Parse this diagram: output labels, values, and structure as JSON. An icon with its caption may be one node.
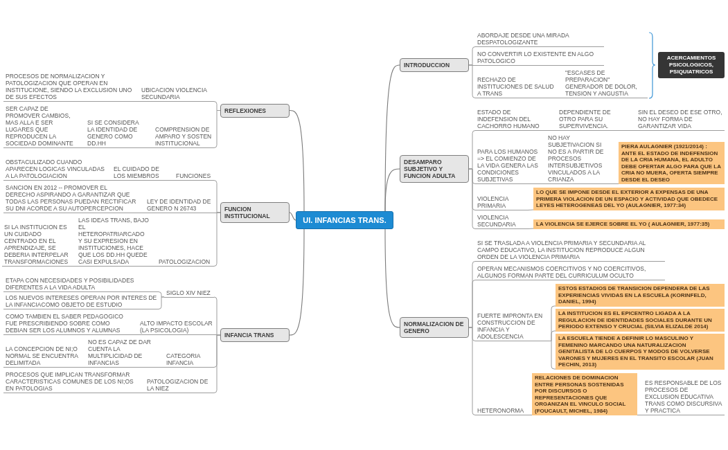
{
  "diagram": {
    "nodes": [
      {
        "text": [
          "UI. INFANCIAS TRANS."
        ]
      },
      {
        "text": [
          "INTRODUCCION"
        ]
      },
      {
        "text": [
          "ABORDAJE DESDE UNA MIRADA DESPATOLOGIZANTE"
        ]
      },
      {
        "text": [
          "NO CONVERTIR LO EXISTENTE EN ALGO PATOLOGICO"
        ]
      },
      {
        "text": [
          "RECHAZO DE INSTITUCIONES DE SALUD A TRANS"
        ]
      },
      {
        "text": [
          "\"ESCASES DE PREPARACION\" GENERADOR DE DOLOR, TENSION Y ANGUSTIA"
        ]
      },
      {
        "text": [
          "ACERCAMIENTOS PSICOLOGICOS, PSIQUIATRICOS"
        ]
      },
      {
        "text": [
          "DESAMPARO SUBJETIVO Y FUNCION ADULTA"
        ]
      },
      {
        "text": [
          "ESTADO DE INDEFENSION DEL CACHORRO HUMANO"
        ]
      },
      {
        "text": [
          "DEPENDIENTE DE OTRO PARA SU SUPERVIVENCIA."
        ]
      },
      {
        "text": [
          "SIN EL DESEO DE ESE OTRO, NO HAY FORMA DE GARANTIZAR VIDA"
        ]
      },
      {
        "text": [
          "PARA LOS HUMANOS => EL COMIENZO DE LA VIDA GENERA LAS CONDICIONES SUBJETIVAS"
        ]
      },
      {
        "text": [
          "NO HAY SUBJETIVACION SI NO ES A PARTIR DE PROCESOS INTERSUBJETIVOS VINCULADOS A LA CRIANZA"
        ]
      },
      {
        "text": [
          "PIERA AULAGNIER (1921/2014) : ANTE EL ESTADO DE INDEFENSION DE LA CRIA HUMANA, EL ADULTO DEBE OFERTAR ALGO PARA QUE LA CRIA NO MUERA, OFERTA SIEMPRE DESDE EL DESEO"
        ]
      },
      {
        "text": [
          "VIOLENCIA PRIMARIA"
        ]
      },
      {
        "text": [
          "LO QUE SE IMPONE DESDE EL EXTERIOR A EXPENSAS DE UNA PRIMERA VIOLACION DE UN ESPACIO Y ACTIVIDAD QUE OBEDECE LEYES HETEROGENEAS DEL YO (AULAGNIER, 1977:34)"
        ]
      },
      {
        "text": [
          "VIOLENCIA SECUNDARIA"
        ]
      },
      {
        "text": [
          "LA VIOLENCIA SE EJERCE SOBRE EL YO ( AULAGNIER, 1977:35)"
        ]
      },
      {
        "text": [
          "NORMALIZACION DE GENERO"
        ]
      },
      {
        "text": [
          "SI SE TRASLADA A VIOLENCIA PRIMARIA Y SECUNDARIA AL CAMPO EDUCATIVO, LA INSTITUCION REPRODUCE ALGUN ORDEN DE LA VIOLENCIA PRIMARIA"
        ]
      },
      {
        "text": [
          "OPERAN MECANISMOS COERCITIVOS Y NO COERCITIVOS, ALGUNOS FORMAN PARTE DEL CURRICULUM OCULTO"
        ]
      },
      {
        "text": [
          "FUERTE IMPRONTA EN CONSTRUCCION DE INFANCIA Y ADOLESCENCIA"
        ]
      },
      {
        "text": [
          "ESTOS ESTADIOS DE TRANSICION DEPENDERA DE LAS EXPERIENCIAS VIVIDAS EN LA ESCUELA (KORINFELD, DANIEL, 1994)"
        ]
      },
      {
        "text": [
          "LA INSTITUCION ES EL EPICENTRO LIGADA A LA REGULACION DE IDENTIDADES SOCIALES DURANTE UN PERIODO EXTENSO Y CRUCIAL (SILVIA ELIZALDE 2014)"
        ]
      },
      {
        "text": [
          "LA ESCUELA TIENDE A DEFINIR LO MASCULINO Y FEMENINO MARCANDO UNA NATURALIZACION GENITALISTA DE LO CUERPOS Y MODOS DE VOLVERSE VARONES Y MUJERES EN EL TRANSITO ESCOLAR (JUAN PECHIN, 2013)"
        ]
      },
      {
        "text": [
          "HETERONORMA"
        ]
      },
      {
        "text": [
          "RELACIONES DE DOMINACION ENTRE PERSONAS SOSTENIDAS POR DISCURSOS O REPRESENTACIONES QUE ORGANIZAN EL VINCULO SOCIAL (FOUCAULT, MICHEL, 1984)"
        ]
      },
      {
        "text": [
          "ES RESPONSABLE DE LOS PROCESOS DE EXCLUSION EDUCATIVA TRANS COMO DISCURSIVA Y PRACTICA"
        ]
      },
      {
        "text": [
          "REFLEXIONES"
        ]
      },
      {
        "text": [
          "UBICACION VIOLENCIA SECUNDARIA"
        ]
      },
      {
        "text": [
          "PROCESOS DE NORMALIZACION Y PATOLOGIZACION QUE OPERAN EN INSTITUCIONE, SIENDO LA EXCLUSION UNO DE SUS EFECTOS"
        ]
      },
      {
        "text": [
          "COMPRENSION DE AMPARO Y SOSTEN INSTITUCIONAL"
        ]
      },
      {
        "text": [
          "SI SE CONSIDERA LA IDENTIDAD DE GENERO COMO DD.HH"
        ]
      },
      {
        "text": [
          "SER CAPAZ DE PROMOVER CAMBIOS, MAS ALLA E SER LUGARES QUE REPRODUCEN LA SOCIEDAD DOMINANTE"
        ]
      },
      {
        "text": [
          "FUNCION INSTITUCIONAL"
        ]
      },
      {
        "text": [
          "FUNCIONES"
        ]
      },
      {
        "text": [
          "EL CUIDADO DE LOS MIEMBROS"
        ]
      },
      {
        "text": [
          "OBSTACULIZADO CUANDO APARECEN LOGICAS VINCULADAS A LA PATOLOGIACION"
        ]
      },
      {
        "text": [
          "LEY DE IDENTIDAD DE GENERO N 26743"
        ]
      },
      {
        "text": [
          "SANCION EN 2012 -- PROMOVER EL DERECHO ASPIRANDO A GARANTIZAR QUE TODAS LAS PERSONAS PUEDAN RECTIFICAR SU DNI ACORDE A SU AUTOPERCEPCION"
        ]
      },
      {
        "text": [
          "PATOLOGIZACION"
        ]
      },
      {
        "text": [
          "LAS IDEAS TRANS, BAJO EL HETEROPATRIARCADO Y SU EXPRESION EN INSTITUCIONES, HACE QUE LOS DD.HH QUEDE CASI EXPULSADA"
        ]
      },
      {
        "text": [
          "SI LA INSTITUCION ES UN CUIDADO CENTRADO EN EL APRENDIZAJE, SE DEBERIA INTERPELAR TRANSFORMACIONES"
        ]
      },
      {
        "text": [
          "INFANCIA TRANS"
        ]
      },
      {
        "text": [
          "SIGLO XIV NIEZ"
        ]
      },
      {
        "text": [
          "ETAPA CON NECESIDADES Y POSIBILIDADES DIFERENTES A LA VIDA ADULTA"
        ]
      },
      {
        "text": [
          "LOS NUEVOS INTERESES OPERAN POR INTERES DE LA INFANCIACOMO OBJETO DE ESTUDIO"
        ]
      },
      {
        "text": [
          "ALTO IMPACTO ESCOLAR (LA PSICOLOGIA)"
        ]
      },
      {
        "text": [
          "COMO TAMBIEN EL SABER PEDAGOGICO FUE PRESCRIBIENDO SOBRE COMO DEBIAN SER LOS ALUMNOS Y ALUMNAS"
        ]
      },
      {
        "text": [
          "CATEGORIA INFANCIA"
        ]
      },
      {
        "text": [
          "NO ES CAPAZ DE DAR CUENTA LA MULTIPLICIDAD DE INFANCIAS"
        ]
      },
      {
        "text": [
          "LA CONCEPCION DE NI;O NORMAL SE ENCUENTRA DELIMITADA"
        ]
      },
      {
        "text": [
          "PATOLOGIZACION DE LA NIEZ"
        ]
      },
      {
        "text": [
          "PROCESOS QUE IMPLICAN TRANSFORMAR CARACTERISTICAS COMUNES DE LOS NI;OS EN PATOLOGIAS"
        ]
      }
    ],
    "edges": [
      {
        "from": 0,
        "to": 1,
        "arrow": "none"
      },
      {
        "from": 0,
        "to": 7,
        "arrow": "none"
      },
      {
        "from": 0,
        "to": 18,
        "arrow": "none"
      },
      {
        "from": 0,
        "to": 28,
        "arrow": "none"
      },
      {
        "from": 0,
        "to": 34,
        "arrow": "none"
      },
      {
        "from": 0,
        "to": 43,
        "arrow": "none"
      },
      {
        "from": 1,
        "to": 2,
        "arrow": "none"
      },
      {
        "from": 1,
        "to": 3,
        "arrow": "none"
      },
      {
        "from": 1,
        "to": 4,
        "arrow": "none"
      },
      {
        "from": 4,
        "to": 5,
        "arrow": "none"
      },
      {
        "from": 7,
        "to": 8,
        "arrow": "none"
      },
      {
        "from": 8,
        "to": 9,
        "arrow": "none"
      },
      {
        "from": 9,
        "to": 10,
        "arrow": "none"
      },
      {
        "from": 7,
        "to": 11,
        "arrow": "none"
      },
      {
        "from": 11,
        "to": 12,
        "arrow": "none"
      },
      {
        "from": 12,
        "to": 13,
        "arrow": "none"
      },
      {
        "from": 7,
        "to": 14,
        "arrow": "none"
      },
      {
        "from": 14,
        "to": 15,
        "arrow": "none"
      },
      {
        "from": 7,
        "to": 16,
        "arrow": "none"
      },
      {
        "from": 16,
        "to": 17,
        "arrow": "none"
      },
      {
        "from": 18,
        "to": 19,
        "arrow": "none"
      },
      {
        "from": 18,
        "to": 20,
        "arrow": "none"
      },
      {
        "from": 18,
        "to": 21,
        "arrow": "none"
      },
      {
        "from": 21,
        "to": 22,
        "arrow": "none"
      },
      {
        "from": 21,
        "to": 23,
        "arrow": "none"
      },
      {
        "from": 21,
        "to": 24,
        "arrow": "none"
      },
      {
        "from": 18,
        "to": 25,
        "arrow": "none"
      },
      {
        "from": 25,
        "to": 26,
        "arrow": "none"
      },
      {
        "from": 26,
        "to": 27,
        "arrow": "none"
      },
      {
        "from": 28,
        "to": 29,
        "arrow": "none"
      },
      {
        "from": 29,
        "to": 30,
        "arrow": "none"
      },
      {
        "from": 28,
        "to": 31,
        "arrow": "none"
      },
      {
        "from": 31,
        "to": 32,
        "arrow": "none"
      },
      {
        "from": 32,
        "to": 33,
        "arrow": "none"
      },
      {
        "from": 34,
        "to": 35,
        "arrow": "none"
      },
      {
        "from": 35,
        "to": 36,
        "arrow": "none"
      },
      {
        "from": 36,
        "to": 37,
        "arrow": "none"
      },
      {
        "from": 34,
        "to": 38,
        "arrow": "none"
      },
      {
        "from": 38,
        "to": 39,
        "arrow": "none"
      },
      {
        "from": 34,
        "to": 40,
        "arrow": "none"
      },
      {
        "from": 40,
        "to": 41,
        "arrow": "none"
      },
      {
        "from": 41,
        "to": 42,
        "arrow": "none"
      },
      {
        "from": 43,
        "to": 44,
        "arrow": "none"
      },
      {
        "from": 44,
        "to": 45,
        "arrow": "none"
      },
      {
        "from": 44,
        "to": 46,
        "arrow": "none"
      },
      {
        "from": 43,
        "to": 47,
        "arrow": "none"
      },
      {
        "from": 47,
        "to": 48,
        "arrow": "none"
      },
      {
        "from": 43,
        "to": 49,
        "arrow": "none"
      },
      {
        "from": 49,
        "to": 50,
        "arrow": "none"
      },
      {
        "from": 50,
        "to": 51,
        "arrow": "none"
      },
      {
        "from": 43,
        "to": 52,
        "arrow": "none"
      },
      {
        "from": 52,
        "to": 53,
        "arrow": "none"
      }
    ]
  }
}
